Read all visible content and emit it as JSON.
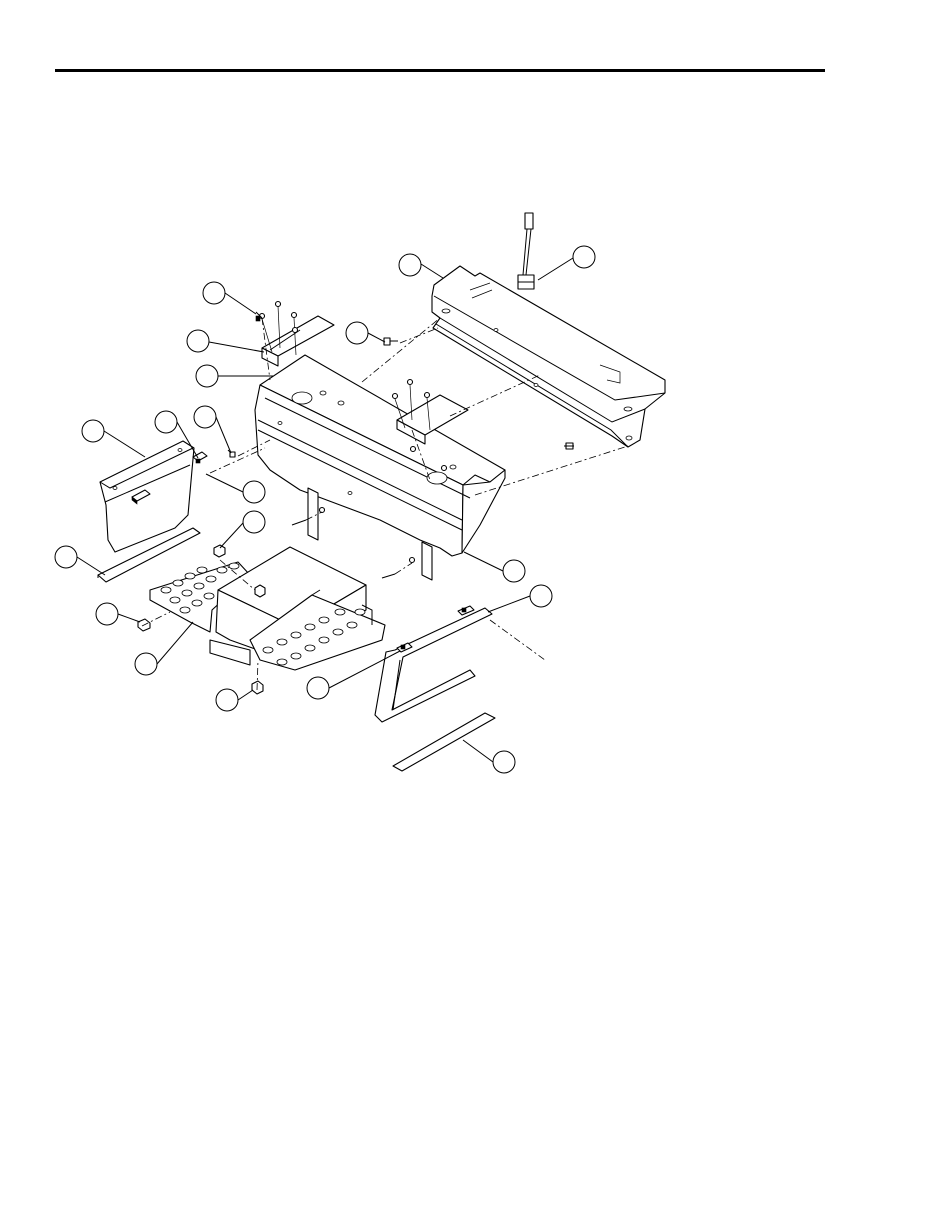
{
  "page": {
    "rule_color": "#000000",
    "background": "#ffffff"
  },
  "diagram": {
    "kind": "exploded parts view",
    "callouts": [
      {
        "id": "callout-wire-harness",
        "target": "wire-harness"
      },
      {
        "id": "callout-rear-panel",
        "target": "rear-panel"
      },
      {
        "id": "callout-screw-top-left",
        "target": "screw-top-left"
      },
      {
        "id": "callout-screw-mid",
        "target": "screw-mid"
      },
      {
        "id": "callout-mount-bracket",
        "target": "mount-bracket-left"
      },
      {
        "id": "callout-frame-hole",
        "target": "main-frame"
      },
      {
        "id": "callout-side-plate-left",
        "target": "side-plate-left"
      },
      {
        "id": "callout-clip-left",
        "target": "clip-left"
      },
      {
        "id": "callout-pin",
        "target": "pin"
      },
      {
        "id": "callout-nut-left",
        "target": "nut-left"
      },
      {
        "id": "callout-nut-center",
        "target": "nut-center"
      },
      {
        "id": "callout-strip-left",
        "target": "strip-left"
      },
      {
        "id": "callout-bolt-left",
        "target": "bolt-left"
      },
      {
        "id": "callout-footrest",
        "target": "footrest"
      },
      {
        "id": "callout-bolt-bottom",
        "target": "bolt-bottom"
      },
      {
        "id": "callout-clip-right",
        "target": "clip-right"
      },
      {
        "id": "callout-main-frame",
        "target": "main-frame"
      },
      {
        "id": "callout-side-plate-right",
        "target": "side-plate-right"
      },
      {
        "id": "callout-strip-right",
        "target": "strip-right"
      }
    ]
  }
}
